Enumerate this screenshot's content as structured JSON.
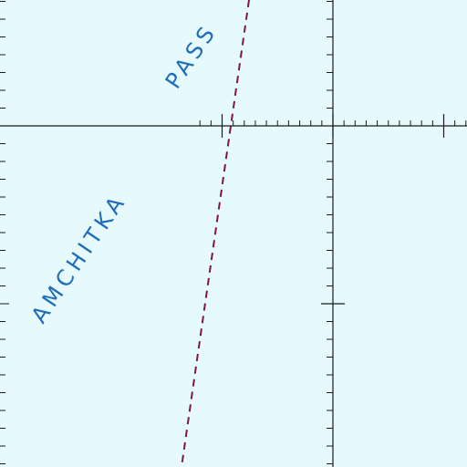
{
  "map": {
    "water_color": "#e6fafd",
    "grid_color": "#1a1a1a",
    "label_color": "#1e6bb8",
    "boundary_color": "#7a1a3a",
    "labels": {
      "amchitka": "AMCHITKA",
      "pass": "PASS"
    },
    "boundary_style": "dashed"
  }
}
